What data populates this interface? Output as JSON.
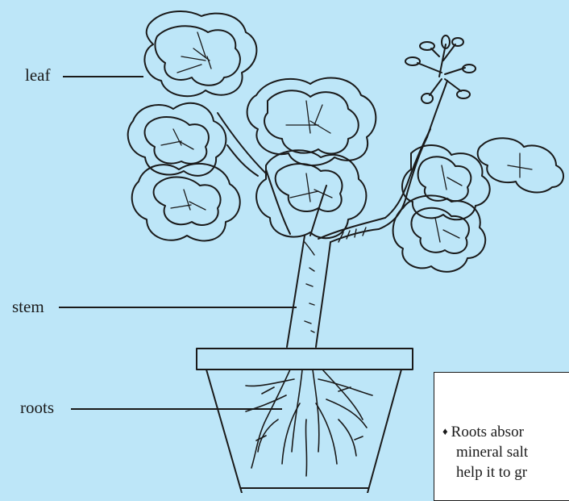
{
  "labels": {
    "leaf": "leaf",
    "stem": "stem",
    "roots": "roots"
  },
  "note": {
    "bullet": "♦",
    "line1": "Roots absor",
    "line2": "mineral salt",
    "line3": "help it to gr"
  },
  "colors": {
    "background": "#bde6f8",
    "ink": "#1a1a1a",
    "note_background": "#ffffff"
  }
}
